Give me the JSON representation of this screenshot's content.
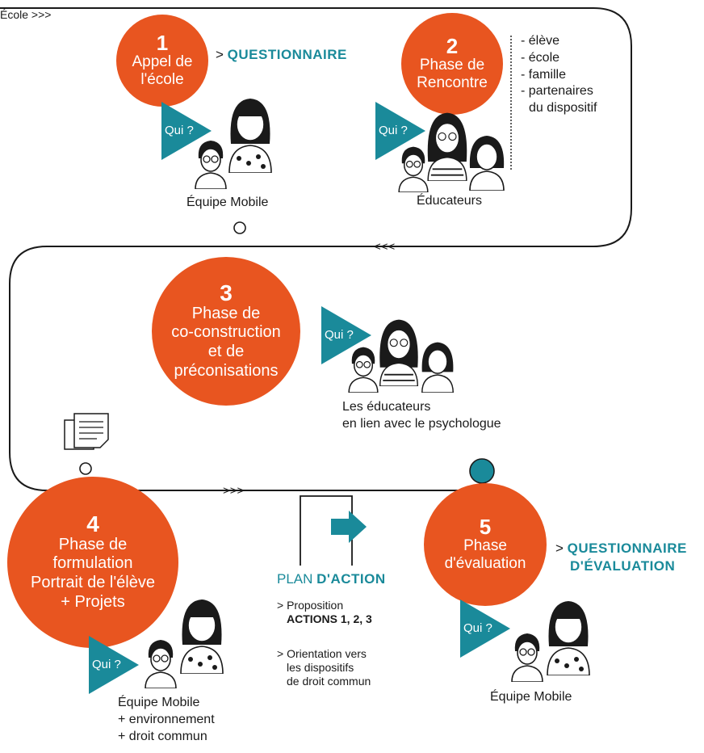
{
  "colors": {
    "orange": "#e85520",
    "teal": "#1a8a9a",
    "ink": "#1a1a1a"
  },
  "corner_label": "École >>>",
  "path_arrows": {
    "top": "<<<",
    "bottom": ">>>"
  },
  "steps": [
    {
      "num": "1",
      "lines": [
        "Appel de",
        "l'école"
      ]
    },
    {
      "num": "2",
      "lines": [
        "Phase de",
        "Rencontre"
      ]
    },
    {
      "num": "3",
      "lines": [
        "Phase de",
        "co-construction",
        "et de",
        "préconisations"
      ]
    },
    {
      "num": "4",
      "lines": [
        "Phase de",
        "formulation",
        "Portrait de l'élève",
        "+ Projets"
      ]
    },
    {
      "num": "5",
      "lines": [
        "Phase",
        "d'évaluation"
      ]
    }
  ],
  "qui_label": "Qui ?",
  "step1": {
    "arrow": ">",
    "link": "QUESTIONNAIRE",
    "who": "Équipe Mobile"
  },
  "step2": {
    "who": "Éducateurs",
    "participants": [
      "- élève",
      "- école",
      "- famille",
      "- partenaires",
      "du dispositif"
    ]
  },
  "step3": {
    "who": [
      "Les éducateurs",
      "en lien avec le psychologue"
    ]
  },
  "step4": {
    "who": [
      "Équipe Mobile",
      "+ environnement",
      "+ droit commun"
    ]
  },
  "step5": {
    "arrow": ">",
    "link": [
      "QUESTIONNAIRE",
      "D'ÉVALUATION"
    ],
    "who": "Équipe Mobile"
  },
  "plan": {
    "title_plain": "PLAN",
    "title_bold": "D'ACTION",
    "item1": [
      "> Proposition",
      "ACTIONS 1, 2, 3"
    ],
    "item2": [
      "> Orientation vers",
      "les dispositifs",
      "de droit commun"
    ]
  },
  "icons": [
    "document-icon",
    "plan-arrow-icon",
    "person-icon",
    "checkpoint-icon"
  ]
}
